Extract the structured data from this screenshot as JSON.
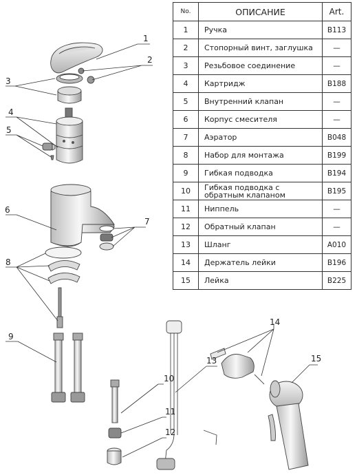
{
  "table": {
    "headers": {
      "no": "No.",
      "description": "ОПИСАНИЕ",
      "art": "Art."
    },
    "rows": [
      {
        "no": "1",
        "description": "Ручка",
        "art": "B113"
      },
      {
        "no": "2",
        "description": "Стопорный винт, заглушка",
        "art": "—"
      },
      {
        "no": "3",
        "description": "Резьбовое соединение",
        "art": "—"
      },
      {
        "no": "4",
        "description": "Картридж",
        "art": "B188"
      },
      {
        "no": "5",
        "description": "Внутренний клапан",
        "art": "—"
      },
      {
        "no": "6",
        "description": "Корпус смесителя",
        "art": "—"
      },
      {
        "no": "7",
        "description": "Аэратор",
        "art": "B048"
      },
      {
        "no": "8",
        "description": "Набор для монтажа",
        "art": "B199"
      },
      {
        "no": "9",
        "description": "Гибкая подводка",
        "art": "B194"
      },
      {
        "no": "10",
        "description": "Гибкая подводка с обратным клапаном",
        "art": "B195"
      },
      {
        "no": "11",
        "description": "Ниппель",
        "art": "—"
      },
      {
        "no": "12",
        "description": "Обратный клапан",
        "art": "—"
      },
      {
        "no": "13",
        "description": "Шланг",
        "art": "A010"
      },
      {
        "no": "14",
        "description": "Держатель лейки",
        "art": "B196"
      },
      {
        "no": "15",
        "description": "Лейка",
        "art": "B225"
      }
    ]
  },
  "callouts": {
    "c1": "1",
    "c2": "2",
    "c3": "3",
    "c4": "4",
    "c5": "5",
    "c6": "6",
    "c7": "7",
    "c8": "8",
    "c9": "9",
    "c10": "10",
    "c11": "11",
    "c12": "12",
    "c13": "13",
    "c14": "14",
    "c15": "15"
  },
  "colors": {
    "line": "#333333",
    "part_fill": "#efefef",
    "part_dark": "#8a8a8a"
  }
}
